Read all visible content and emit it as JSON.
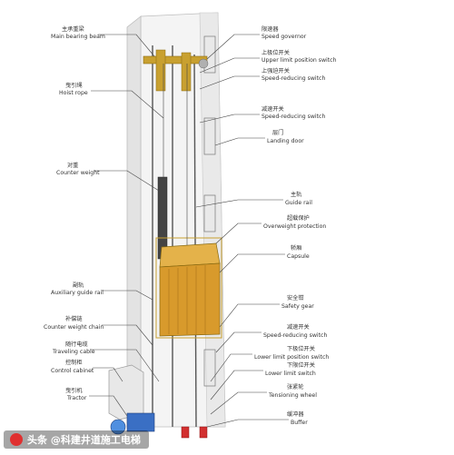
{
  "labels_left": [
    {
      "id": "main-bearing-beam",
      "zh": "主承重梁",
      "en": "Main bearing beam"
    },
    {
      "id": "hoist-rope",
      "zh": "曳引绳",
      "en": "Hoist rope"
    },
    {
      "id": "counter-weight",
      "zh": "对重",
      "en": "Counter weight"
    },
    {
      "id": "auxiliary-guide-rail",
      "zh": "副轨",
      "en": "Auxiliary guide rail"
    },
    {
      "id": "counter-weight-chain",
      "zh": "补偿链",
      "en": "Counter weight chain"
    },
    {
      "id": "traveling-cable",
      "zh": "随行电缆",
      "en": "Traveling cable"
    },
    {
      "id": "control-cabinet",
      "zh": "控制柜",
      "en": "Control cabinet"
    },
    {
      "id": "tractor",
      "zh": "曳引机",
      "en": "Tractor"
    }
  ],
  "labels_right": [
    {
      "id": "speed-governor",
      "zh": "限速器",
      "en": "Speed governor"
    },
    {
      "id": "upper-limit-position-switch",
      "zh": "上极位开关",
      "en": "Upper limit position switch"
    },
    {
      "id": "speed-reducing-switch-1",
      "zh": "上强迫开关",
      "en": "Speed-reducing switch"
    },
    {
      "id": "speed-reducing-switch-2",
      "zh": "减速开关",
      "en": "Speed-reducing switch"
    },
    {
      "id": "landing-door",
      "zh": "层门",
      "en": "Landing door"
    },
    {
      "id": "guide-rail",
      "zh": "主轨",
      "en": "Guide rail"
    },
    {
      "id": "overweight-protection",
      "zh": "超载保护",
      "en": "Overweight protection"
    },
    {
      "id": "capsule",
      "zh": "轿厢",
      "en": "Capsule"
    },
    {
      "id": "safety-gear",
      "zh": "安全钳",
      "en": "Safety gear"
    },
    {
      "id": "speed-reducing-switch-3",
      "zh": "减速开关",
      "en": "Speed-reducing switch"
    },
    {
      "id": "lower-limit-position-switch",
      "zh": "下极位开关",
      "en": "Lower limit position switch"
    },
    {
      "id": "lower-limit-switch",
      "zh": "下限位开关",
      "en": "Lower limit switch"
    },
    {
      "id": "tensioning-wheel",
      "zh": "张紧轮",
      "en": "Tensioning wheel"
    },
    {
      "id": "buffer",
      "zh": "缓冲器",
      "en": "Buffer"
    }
  ],
  "watermark": {
    "text": "头条 @科建井道施工电梯",
    "logo": "toutiao-logo"
  },
  "colors": {
    "shaft": "#f2f2f2",
    "wall": "#d0d0d0",
    "car": "#d89a2c",
    "frame": "#c8a030",
    "rail": "#555555"
  }
}
